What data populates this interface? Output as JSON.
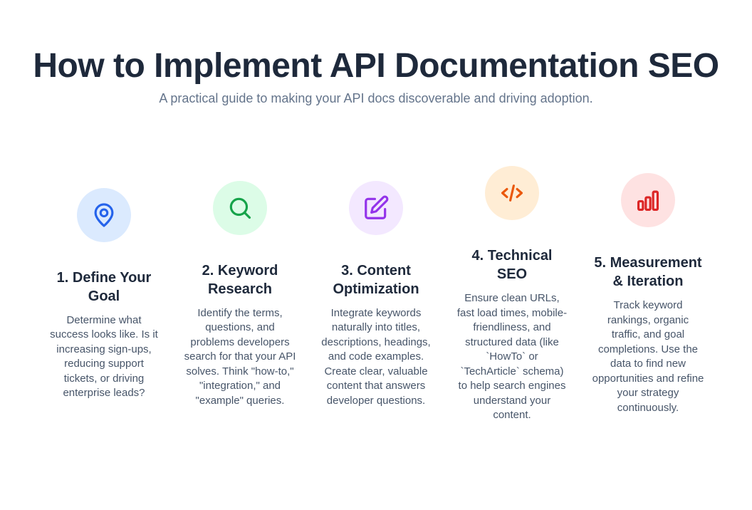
{
  "page": {
    "title": "How to Implement API Documentation SEO",
    "subtitle": "A practical guide to making your API docs discoverable and driving adoption."
  },
  "steps": [
    {
      "heading": "1. Define Your Goal",
      "body": "Determine what success looks like. Is it increasing sign-ups, reducing support tickets, or driving enterprise leads?",
      "icon": "map-pin-icon",
      "icon_color": "#2563eb",
      "icon_bg": "#dbeafe"
    },
    {
      "heading": "2. Keyword Research",
      "body": "Identify the terms, questions, and problems developers search for that your API solves. Think \"how-to,\" \"integration,\" and \"example\" queries.",
      "icon": "search-icon",
      "icon_color": "#16a34a",
      "icon_bg": "#dcfce7"
    },
    {
      "heading": "3. Content Optimization",
      "body": "Integrate keywords naturally into titles, descriptions, headings, and code examples. Create clear, valuable content that answers developer questions.",
      "icon": "edit-pencil-icon",
      "icon_color": "#9333ea",
      "icon_bg": "#f3e8ff"
    },
    {
      "heading": "4. Technical SEO",
      "body": "Ensure clean URLs, fast load times, mobile-friendliness, and structured data (like `HowTo` or `TechArticle` schema) to help search engines understand your content.",
      "icon": "code-icon",
      "icon_color": "#ea580c",
      "icon_bg": "#ffedd5"
    },
    {
      "heading": "5. Measurement & Iteration",
      "body": "Track keyword rankings, organic traffic, and goal completions. Use the data to find new opportunities and refine your strategy continuously.",
      "icon": "bar-chart-icon",
      "icon_color": "#dc2626",
      "icon_bg": "#fee2e2"
    }
  ]
}
